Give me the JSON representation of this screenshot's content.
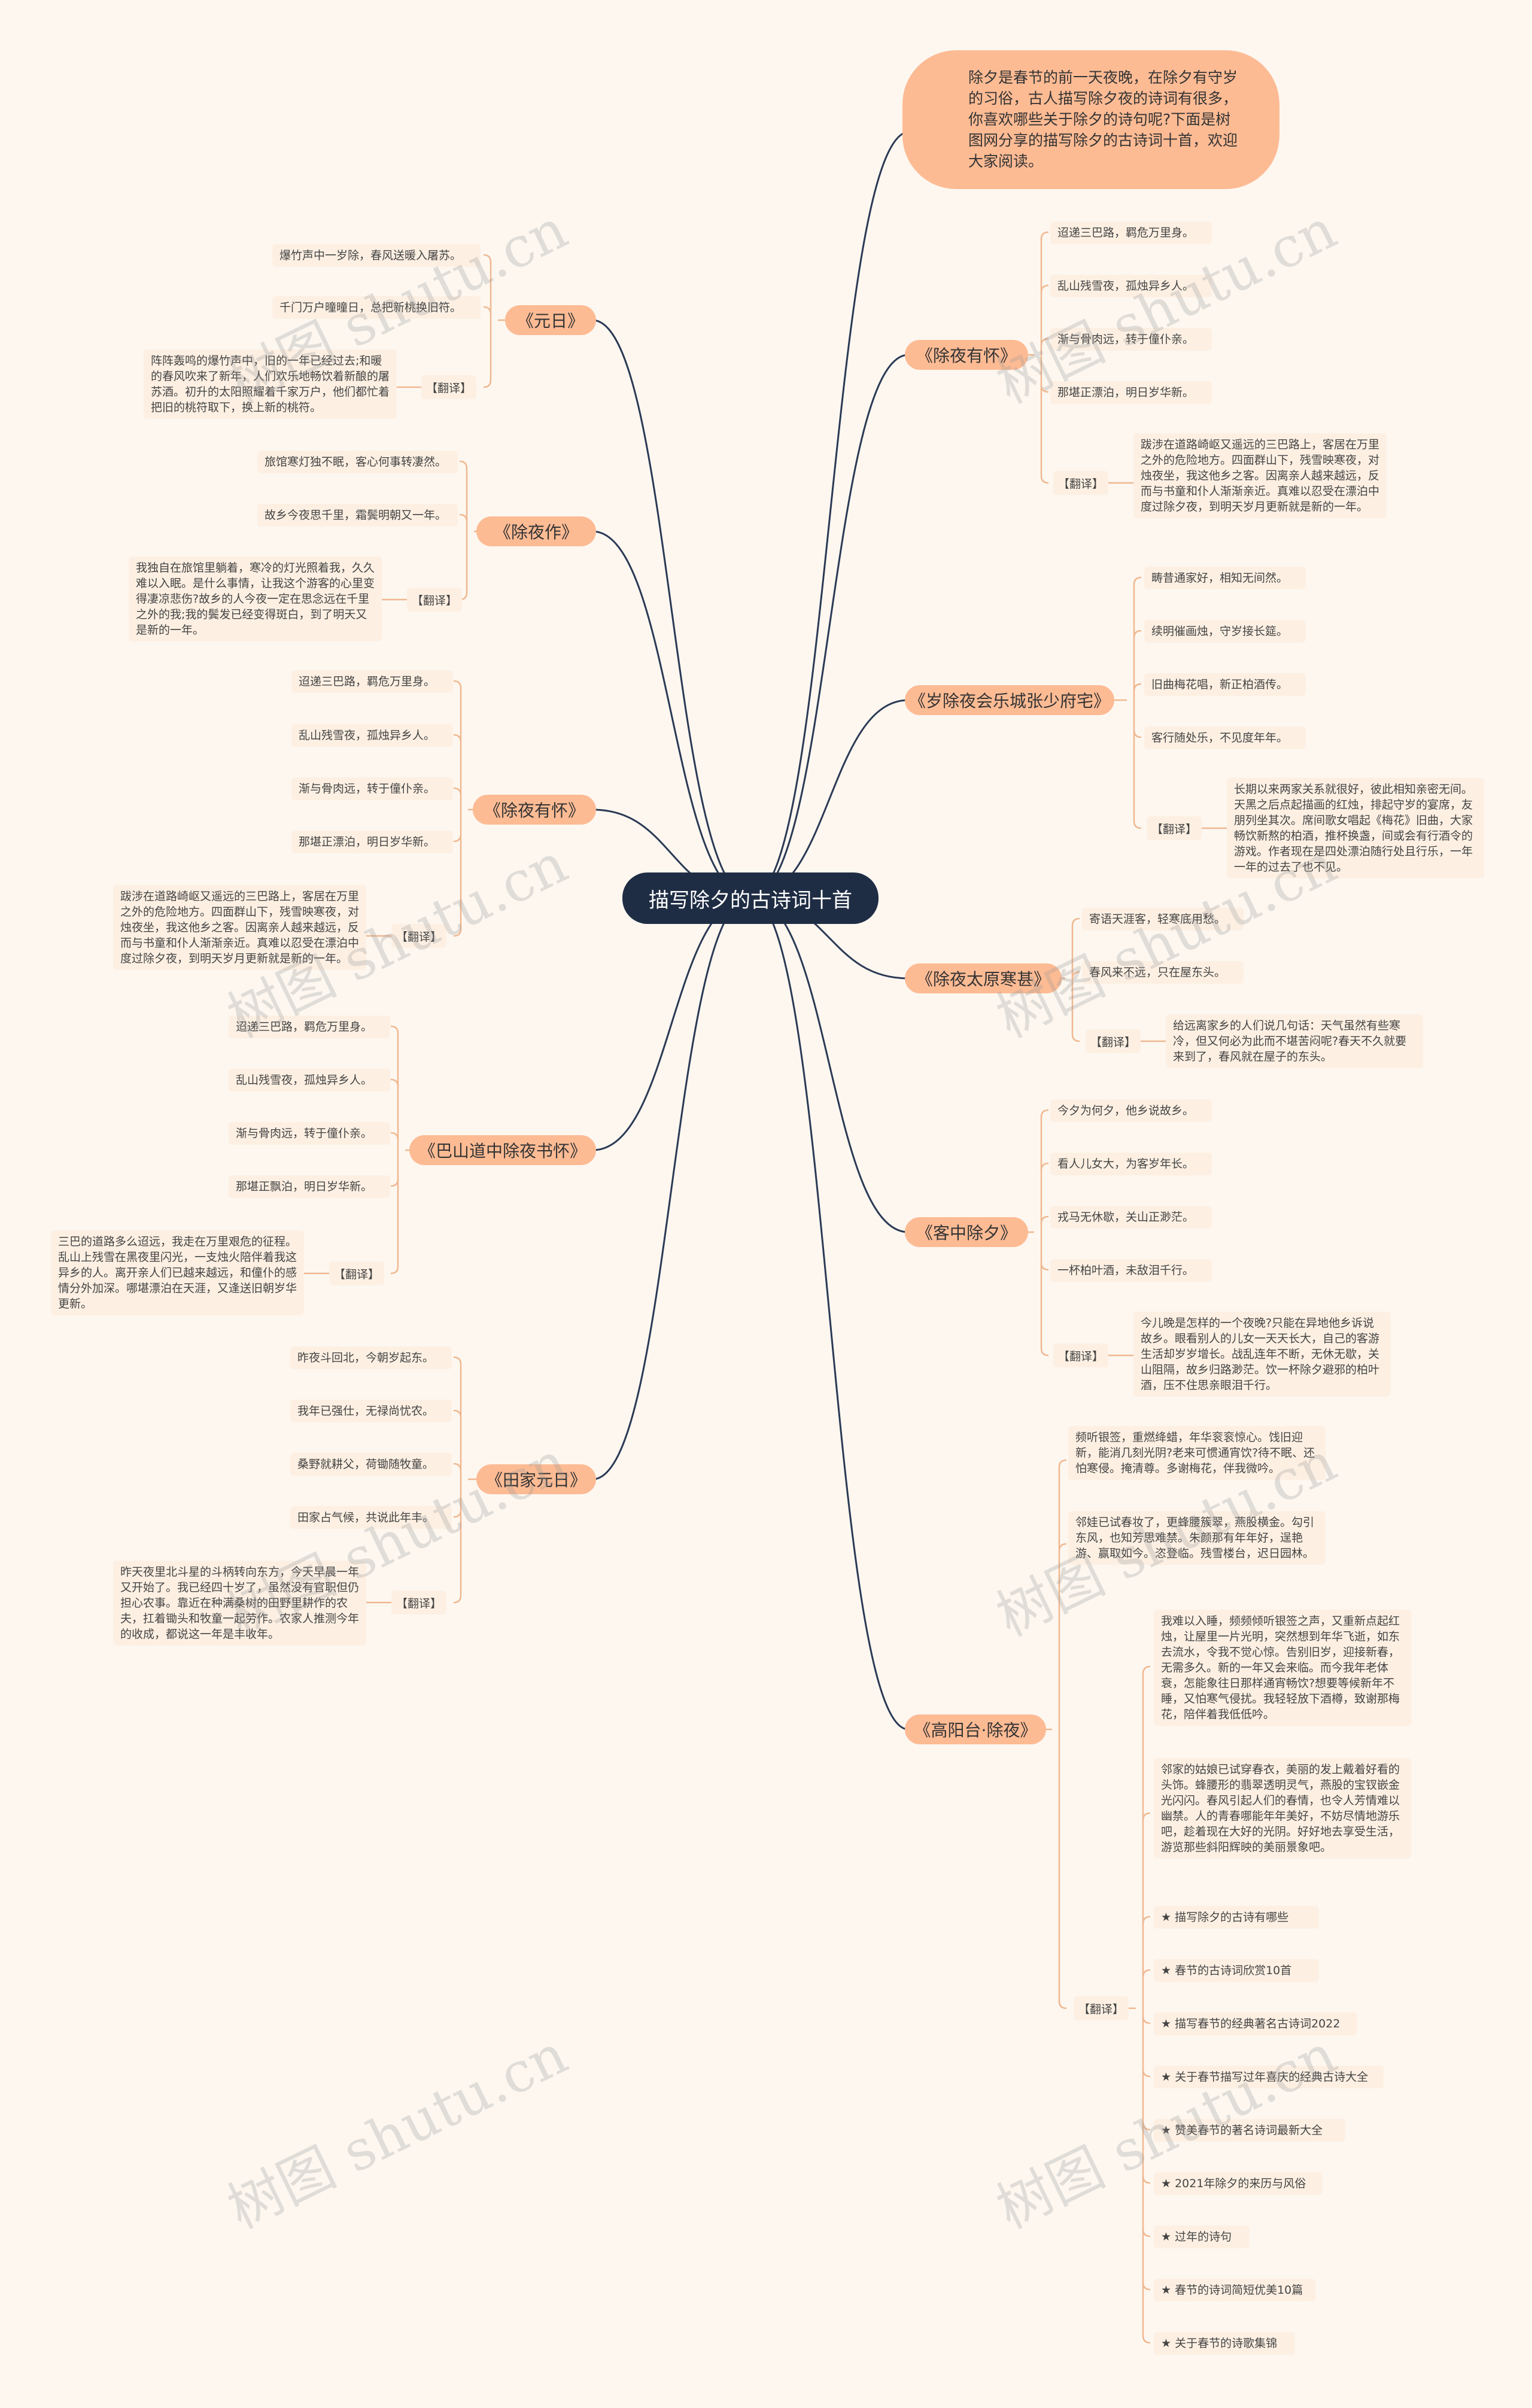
{
  "title": "描写除夕的古诗词十首",
  "intro": "除夕是春节的前一天夜晚，在除夕有守岁的习俗，古人描写除夕夜的诗词有很多，你喜欢哪些关于除夕的诗句呢?下面是树图网分享的描写除夕的古诗词十首，欢迎大家阅读。",
  "watermark": "树图 shutu.cn",
  "translation_label": "【翻译】",
  "branches": [
    {
      "title": "《元日》",
      "lines": [
        "爆竹声中一岁除，春风送暖入屠苏。",
        "千门万户曈曈日，总把新桃换旧符。"
      ],
      "translation": "阵阵轰鸣的爆竹声中，旧的一年已经过去;和暖的春风吹来了新年，人们欢乐地畅饮着新酿的屠苏酒。初升的太阳照耀着千家万户，他们都忙着把旧的桃符取下，换上新的桃符。"
    },
    {
      "title": "《除夜作》",
      "lines": [
        "旅馆寒灯独不眠，客心何事转凄然。",
        "故乡今夜思千里，霜鬓明朝又一年。"
      ],
      "translation": "我独自在旅馆里躺着，寒冷的灯光照着我，久久难以入眠。是什么事情，让我这个游客的心里变得凄凉悲伤?故乡的人今夜一定在思念远在千里之外的我;我的鬓发已经变得斑白，到了明天又是新的一年。"
    },
    {
      "title": "《除夜有怀》",
      "lines": [
        "迢递三巴路，羁危万里身。",
        "乱山残雪夜，孤烛异乡人。",
        "渐与骨肉远，转于僮仆亲。",
        "那堪正漂泊，明日岁华新。"
      ],
      "translation": "跋涉在道路崎岖又遥远的三巴路上，客居在万里之外的危险地方。四面群山下，残雪映寒夜，对烛夜坐，我这他乡之客。因离亲人越来越远，反而与书童和仆人渐渐亲近。真难以忍受在漂泊中度过除夕夜，到明天岁月更新就是新的一年。"
    },
    {
      "title": "《巴山道中除夜书怀》",
      "lines": [
        "迢递三巴路，羁危万里身。",
        "乱山残雪夜，孤烛异乡人。",
        "渐与骨肉远，转于僮仆亲。",
        "那堪正飘泊，明日岁华新。"
      ],
      "translation": "三巴的道路多么迢远，我走在万里艰危的征程。乱山上残雪在黑夜里闪光，一支烛火陪伴着我这异乡的人。离开亲人们已越来越远，和僮仆的感情分外加深。哪堪漂泊在天涯，又逢送旧朝岁华更新。"
    },
    {
      "title": "《田家元日》",
      "lines": [
        "昨夜斗回北，今朝岁起东。",
        "我年已强仕，无禄尚忧农。",
        "桑野就耕父，荷锄随牧童。",
        "田家占气候，共说此年丰。"
      ],
      "translation": "昨天夜里北斗星的斗柄转向东方，今天早晨一年又开始了。我已经四十岁了，虽然没有官职但仍担心农事。靠近在种满桑树的田野里耕作的农夫，扛着锄头和牧童一起劳作。农家人推测今年的收成，都说这一年是丰收年。"
    },
    {
      "title": "《除夜有怀》",
      "lines": [
        "迢递三巴路，羁危万里身。",
        "乱山残雪夜，孤烛异乡人。",
        "渐与骨肉远，转于僮仆亲。",
        "那堪正漂泊，明日岁华新。"
      ],
      "translation": "跋涉在道路崎岖又遥远的三巴路上，客居在万里之外的危险地方。四面群山下，残雪映寒夜，对烛夜坐，我这他乡之客。因离亲人越来越远，反而与书童和仆人渐渐亲近。真难以忍受在漂泊中度过除夕夜，到明天岁月更新就是新的一年。"
    },
    {
      "title": "《岁除夜会乐城张少府宅》",
      "lines": [
        "畴昔通家好，相知无间然。",
        "续明催画烛，守岁接长筵。",
        "旧曲梅花唱，新正柏酒传。",
        "客行随处乐，不见度年年。"
      ],
      "translation": "长期以来两家关系就很好，彼此相知亲密无间。天黑之后点起描画的红烛，排起守岁的宴席，友朋列坐其次。席间歌女唱起《梅花》旧曲，大家畅饮新熬的柏酒，推杯换盏，间或会有行酒令的游戏。作者现在是四处漂泊随行处且行乐，一年一年的过去了也不见。"
    },
    {
      "title": "《除夜太原寒甚》",
      "lines": [
        "寄语天涯客，轻寒底用愁。",
        "春风来不远，只在屋东头。"
      ],
      "translation": "给远离家乡的人们说几句话：天气虽然有些寒冷，但又何必为此而不堪苦闷呢?春天不久就要来到了，春风就在屋子的东头。"
    },
    {
      "title": "《客中除夕》",
      "lines": [
        "今夕为何夕，他乡说故乡。",
        "看人儿女大，为客岁年长。",
        "戎马无休歇，关山正渺茫。",
        "一杯柏叶酒，未敌泪千行。"
      ],
      "translation": "今儿晚是怎样的一个夜晚?只能在异地他乡诉说故乡。眼看别人的儿女一天天长大，自己的客游生活却岁岁增长。战乱连年不断，无休无歇，关山阻隔，故乡归路渺茫。饮一杯除夕避邪的柏叶酒，压不住思亲眼泪千行。"
    },
    {
      "title": "《高阳台·除夜》",
      "lines": [
        "频听银签，重燃绛蜡，年华衮衮惊心。饯旧迎新，能消几刻光阴?老来可惯通宵饮?待不眠、还怕寒侵。掩清尊。多谢梅花，伴我微吟。",
        "邻娃已试春妆了，更蜂腰簇翠，燕股横金。勾引东风，也知芳思难禁。朱颜那有年年好，逞艳游、赢取如今。恣登临。残雪楼台，迟日园林。"
      ],
      "translations": [
        "我难以入睡，频频倾听银签之声，又重新点起红烛，让屋里一片光明，突然想到年华飞逝，如东去流水，令我不觉心惊。告别旧岁，迎接新春，无需多久。新的一年又会来临。而今我年老体衰，怎能象往日那样通宵畅饮?想要等候新年不睡，又怕寒气侵扰。我轻轻放下酒樽，致谢那梅花，陪伴着我低低吟。",
        "邻家的姑娘已试穿春衣，美丽的发上戴着好看的头饰。蜂腰形的翡翠透明灵气，燕股的宝钗嵌金光闪闪。春风引起人们的春情，也令人芳情难以幽禁。人的青春哪能年年美好，不妨尽情地游乐吧，趁着现在大好的光阴。好好地去享受生活，游览那些斜阳辉映的美丽景象吧。"
      ],
      "related": [
        "★ 描写除夕的古诗有哪些",
        "★ 春节的古诗词欣赏10首",
        "★ 描写春节的经典著名古诗词2022",
        "★ 关于春节描写过年喜庆的经典古诗大全",
        "★ 赞美春节的著名诗词最新大全",
        "★ 2021年除夕的来历与风俗",
        "★ 过年的诗句",
        "★ 春节的诗词简短优美10篇",
        "★ 关于春节的诗歌集锦"
      ]
    }
  ]
}
